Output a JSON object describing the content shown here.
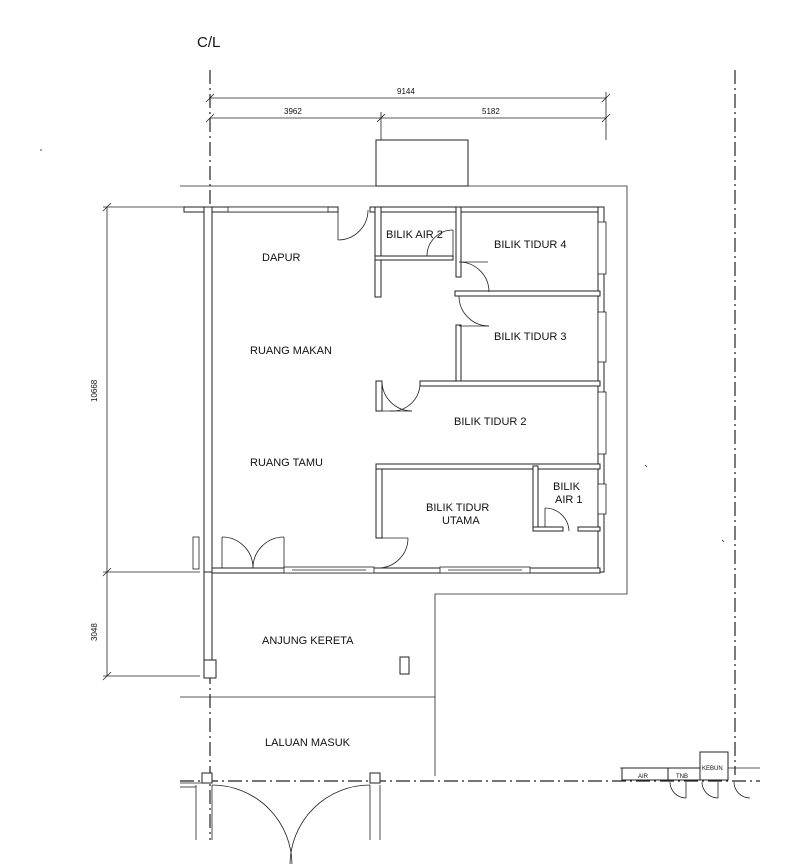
{
  "centerline_label": "C/L",
  "dimensions": {
    "total_width": "9144",
    "left_width": "3962",
    "right_width": "5182",
    "house_depth": "10668",
    "carport_depth": "3048"
  },
  "rooms": {
    "dapur": "DAPUR",
    "ruang_makan": "RUANG MAKAN",
    "ruang_tamu": "RUANG TAMU",
    "bilik_air_2": "BILIK AIR 2",
    "bilik_tidur_4": "BILIK TIDUR 4",
    "bilik_tidur_3": "BILIK TIDUR 3",
    "bilik_tidur_2": "BILIK TIDUR 2",
    "bilik_tidur_utama_line1": "BILIK TIDUR",
    "bilik_tidur_utama_line2": "UTAMA",
    "bilik_air_1_line1": "BILIK",
    "bilik_air_1_line2": "AIR 1",
    "anjung_kereta": "ANJUNG KERETA",
    "laluan_masuk": "LALUAN MASUK"
  },
  "utilities": {
    "air": "AIR",
    "tnb": "TNB",
    "kebun": "KEBUN"
  }
}
